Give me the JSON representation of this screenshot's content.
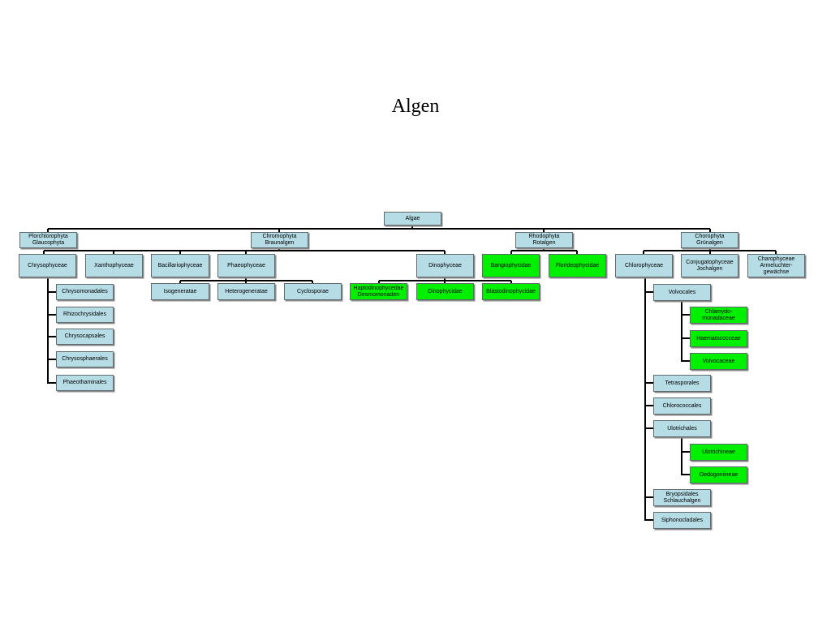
{
  "title": "Algen",
  "nodes": {
    "algae": "Algae",
    "glaucophyta": "Plorchlorophyta\nGlaucophyta",
    "chromophyta": "Chromophyta\nBraunalgen",
    "rhodophyta": "Rhodophyta\nRotalgen",
    "chlorophyta": "Chorophyta\nGrünalgen",
    "chrysophyceae": "Chrysophyceae",
    "xanthophyceae": "Xanthophyceae",
    "bacillariophyceae": "Bacillariophyceae",
    "phaeophyceae": "Phaeophyceae",
    "dinophyceae": "Dinophyceae",
    "bangiophycidae": "Bangiophycidae",
    "florideophycidae": "Florideophycidae",
    "chlorophyceae": "Chlorophyceae",
    "conjugatophyceae": "Conjugatophyceae\nJochalgen",
    "charophyceae": "Charophyceae\nArmeluchter-\ngewächse",
    "chrysomonadales": "Chrysomonadales",
    "rhizochrysidales": "Rhizochrysidales",
    "chrysocapsales": "Chrysocapsales",
    "chrysosphaerales": "Chrysosphaerales",
    "phaeothaminales": "Phaeothaminales",
    "isogeneratae": "Isogeneratae",
    "heterogeneratae": "Heterogeneratae",
    "cyclosporae": "Cyclosporae",
    "haplodinophycedae": "Haplodinophycedae\nDesmomonaden",
    "dinophycidae": "Dinophycidae",
    "blastodinophycidae": "Blastodinophycidae",
    "volvocales": "Volvocales",
    "chlamydomonadaceae": "Chlamydo-\nmonadaceae",
    "haematococceae": "Haematococceae",
    "volvocaceae": "Volvocaceae",
    "tetrasporales": "Tetrasporales",
    "chlorococcales": "Chlorococcales",
    "ulotrichales": "Ulotrichales",
    "ulotrichineae": "Ulotrichineae",
    "oedogoniineae": "Oedogoniineae",
    "bryopsidales": "Bryopsidales\nSchlauchalgen",
    "siphonocladales": "Siphonocladales"
  },
  "colors": {
    "box_default": "#b6dce6",
    "box_highlight": "#00f000",
    "connector": "#000000"
  }
}
